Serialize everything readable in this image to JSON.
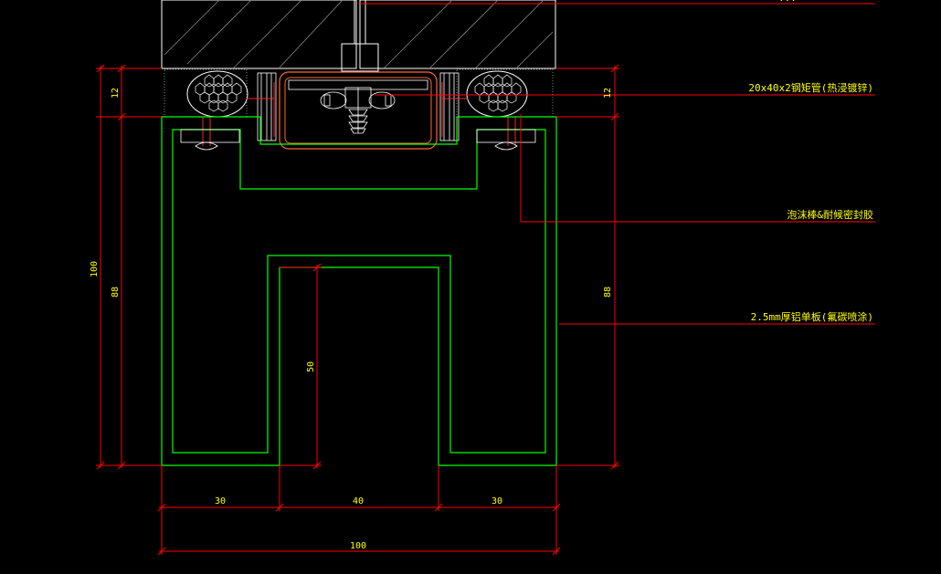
{
  "colors": {
    "background": "#000000",
    "dimension": "#ff0000",
    "profile": "#00ff00",
    "text": "#ffff00",
    "glass": "#ffffff",
    "tube": "#ff6633",
    "foam": "#cccccc"
  },
  "annotations": {
    "top_cut": "...",
    "steel_tube": "20x40x2钢矩管(热浸镀锌)",
    "foam_sealant": "泡沫棒&耐候密封胶",
    "alu_plate": "2.5mm厚铝单板(氟碳喷涂)"
  },
  "dimensions": {
    "left_gap": "12",
    "right_gap": "12",
    "left_total": "100",
    "left_profile": "88",
    "right_profile": "88",
    "slot_depth": "50",
    "bottom_left": "30",
    "bottom_mid": "40",
    "bottom_right": "30",
    "bottom_total": "100"
  }
}
